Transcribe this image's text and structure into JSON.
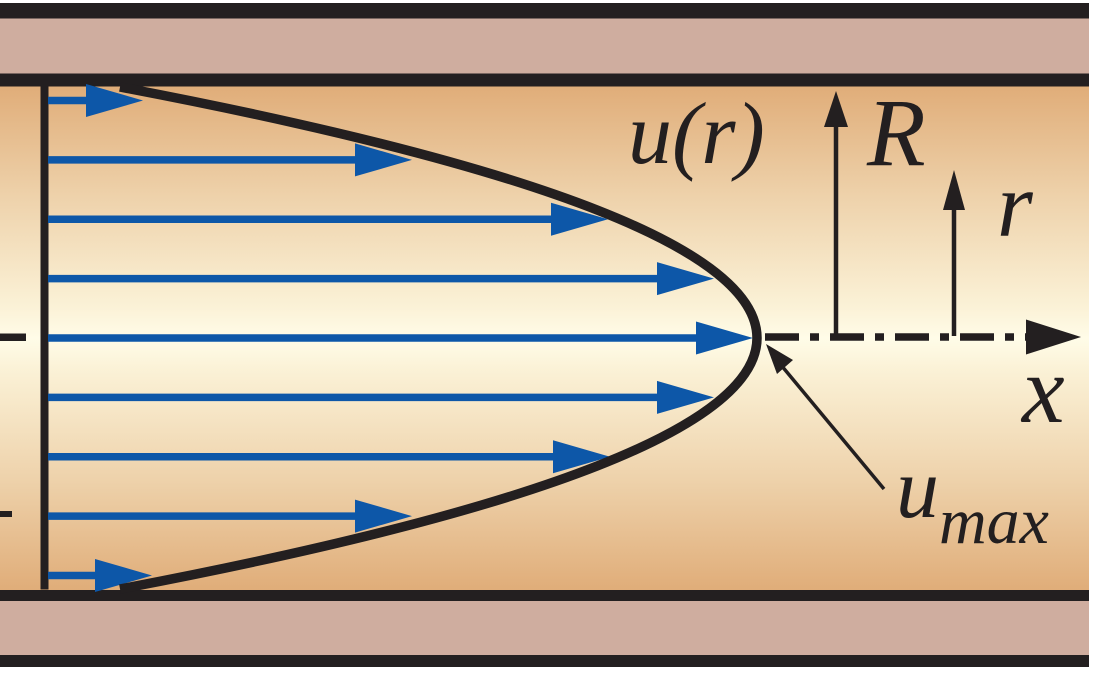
{
  "figure": {
    "labels": {
      "velocity_profile": "u(r)",
      "pipe_radius": "R",
      "radial_coord": "r",
      "axial_coord": "x",
      "max_velocity_base": "u",
      "max_velocity_sub": "max"
    },
    "colors": {
      "ink": "#231f20",
      "wall_pink": "#cfad9f",
      "arrow_blue": "#0d57a8",
      "flow_edge": "#e0ad79",
      "flow_mid": "#eed2ab",
      "flow_inner": "#fbf2d7",
      "flow_center": "#fffce8"
    },
    "velocity_arrows": [
      {
        "y": 100.5,
        "tip": 143
      },
      {
        "y": 159.9,
        "tip": 412
      },
      {
        "y": 219.2,
        "tip": 608
      },
      {
        "y": 278.6,
        "tip": 714
      },
      {
        "y": 338.0,
        "tip": 753
      },
      {
        "y": 397.4,
        "tip": 714
      },
      {
        "y": 456.8,
        "tip": 610
      },
      {
        "y": 516.1,
        "tip": 412
      },
      {
        "y": 575.5,
        "tip": 152
      }
    ]
  }
}
